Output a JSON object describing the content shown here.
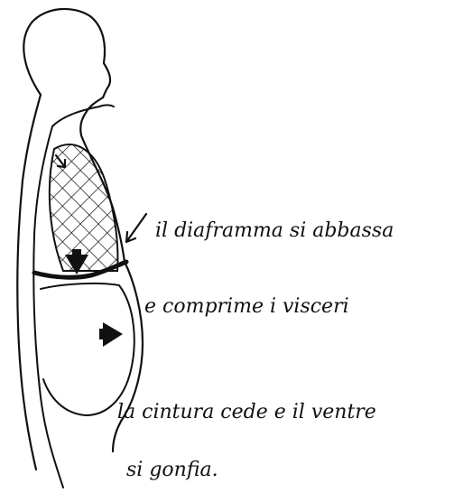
{
  "labels": {
    "line1": "il diaframma si abbassa",
    "line2": "e comprime i visceri",
    "line3": "la cintura cede e il ventre",
    "line4": "si gonfia."
  },
  "colors": {
    "ink": "#111111",
    "background": "#ffffff"
  }
}
